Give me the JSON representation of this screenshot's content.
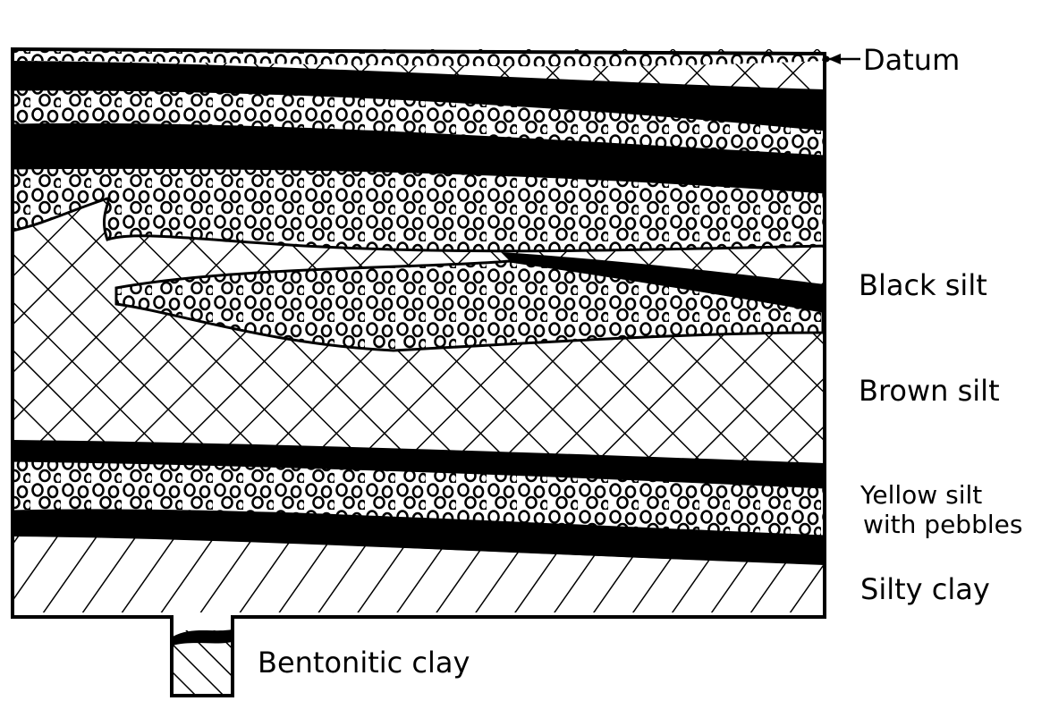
{
  "labels": {
    "datum": "Datum",
    "black_silt": "Black silt",
    "brown_silt": "Brown silt",
    "yellow_silt_line1": "Yellow silt",
    "yellow_silt_line2": "with pebbles",
    "silty_clay": "Silty clay",
    "bentonitic_clay": "Bentonitic clay"
  },
  "colors": {
    "ink": "#000000",
    "paper": "#ffffff"
  }
}
